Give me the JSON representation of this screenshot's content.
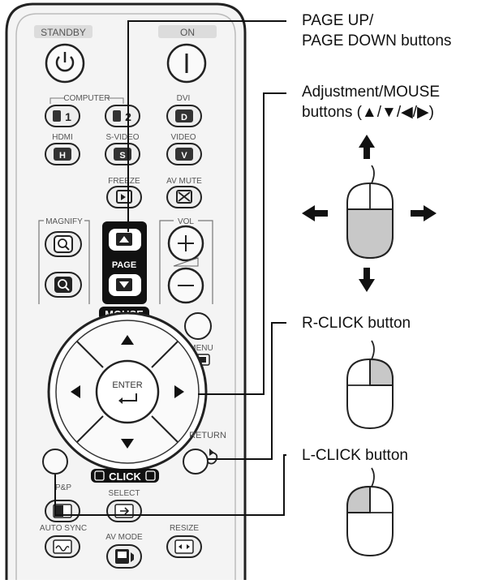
{
  "remote": {
    "standby": "STANDBY",
    "on": "ON",
    "computer": "COMPUTER",
    "comp1": "1",
    "comp2": "2",
    "dvi": "DVI",
    "dvi_key": "D",
    "hdmi": "HDMI",
    "hdmi_key": "H",
    "svideo": "S-VIDEO",
    "svideo_key": "S",
    "video": "VIDEO",
    "video_key": "V",
    "freeze": "FREEZE",
    "avmute": "AV MUTE",
    "magnify": "MAGNIFY",
    "vol": "VOL",
    "page": "PAGE",
    "mouse": "MOUSE",
    "menu": "MENU",
    "enter": "ENTER",
    "return": "RETURN",
    "click": "CLICK",
    "pp": "P&P",
    "select": "SELECT",
    "autosync": "AUTO SYNC",
    "avmode": "AV MODE",
    "resize": "RESIZE"
  },
  "callouts": {
    "page_line1": "PAGE UP/",
    "page_line2": "PAGE DOWN buttons",
    "adjust_line1": "Adjustment/MOUSE",
    "adjust_line2": "buttons (▲/▼/◀/▶)",
    "rclick": "R-CLICK button",
    "lclick": "L-CLICK button"
  },
  "colors": {
    "mouse_fill": "#c8c8c8"
  }
}
